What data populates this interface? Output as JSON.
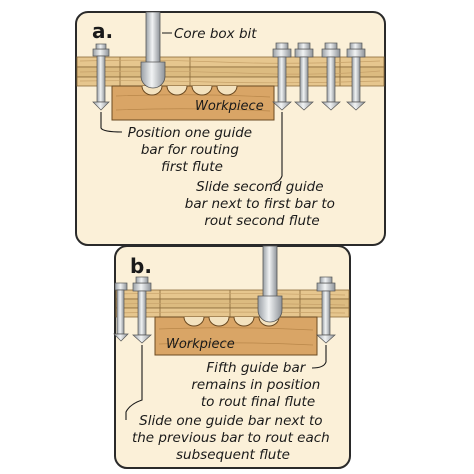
{
  "colors": {
    "panel_fill": "#fbf0d8",
    "panel_stroke": "#2a2a2a",
    "wood": "#e2c188",
    "wood_grain": "#c7a26a",
    "workpiece": "#d9a566",
    "steel": "#d9dcdf",
    "steel_dark": "#8e9399"
  },
  "panel_a": {
    "letter": "a.",
    "workpiece_label": "Workpiece",
    "bit_label": "Core box bit",
    "label_first": [
      "Position one guide",
      "bar for routing",
      "first flute"
    ],
    "label_second": [
      "Slide second guide",
      "bar next to first bar to",
      "rout second flute"
    ]
  },
  "panel_b": {
    "letter": "b.",
    "workpiece_label": "Workpiece",
    "label_fifth": [
      "Fifth guide bar",
      "remains in position",
      "to rout final flute"
    ],
    "label_slide": [
      "Slide one guide bar next to",
      "the previous bar to rout each",
      "subsequent flute"
    ]
  }
}
